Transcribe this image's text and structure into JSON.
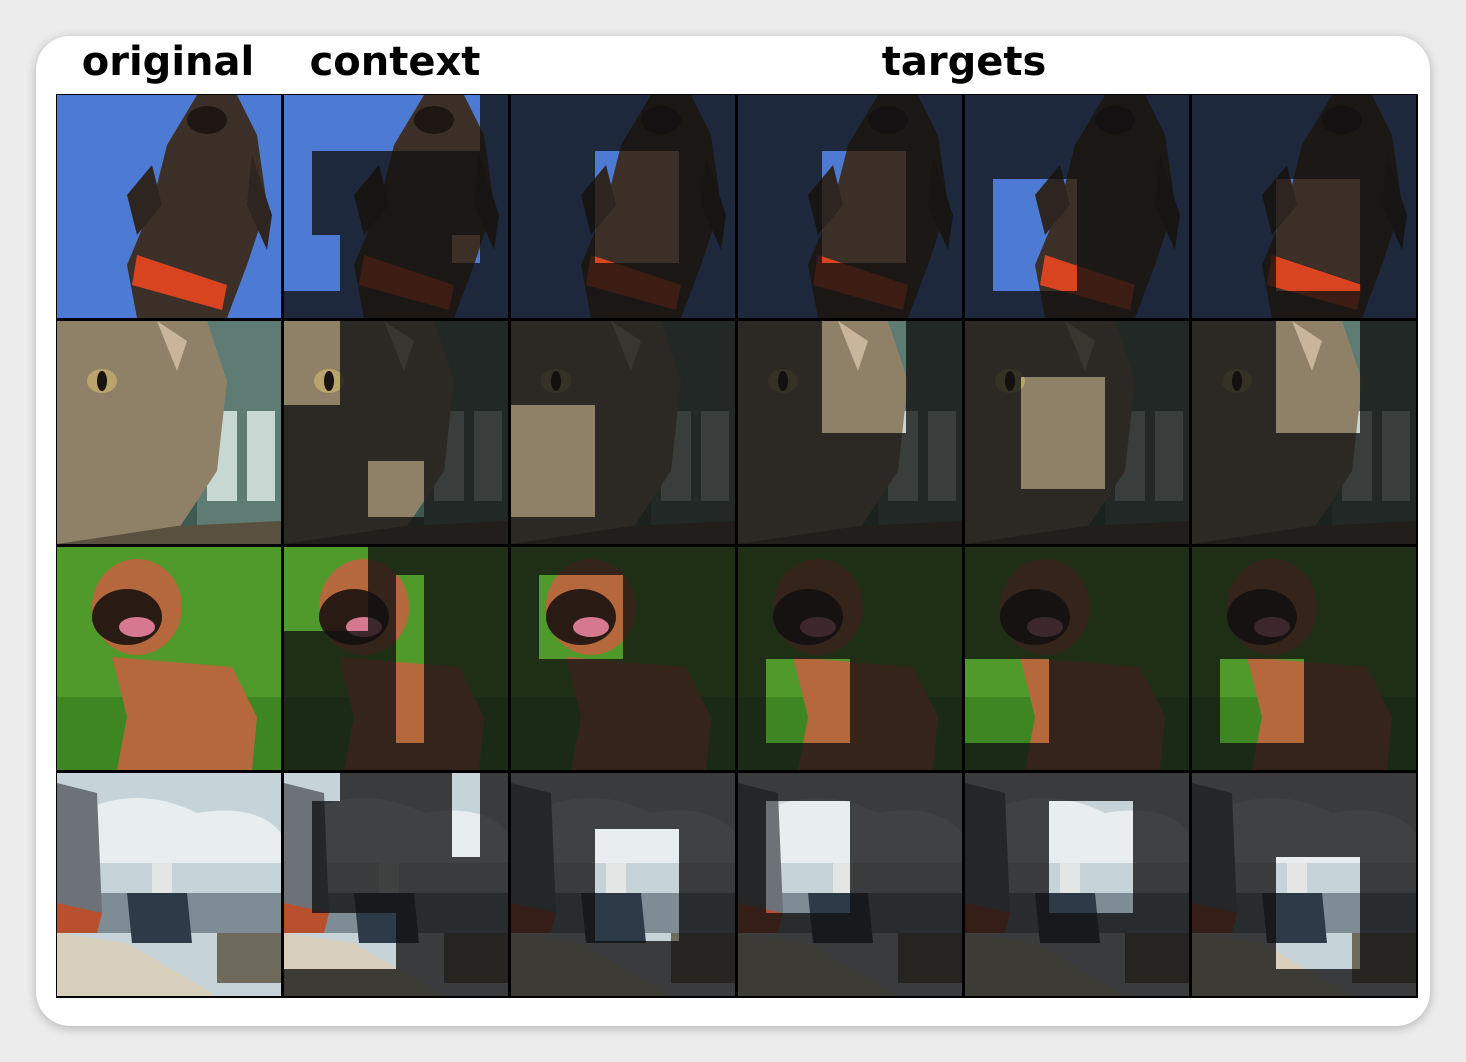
{
  "headers": {
    "original": "original",
    "context": "context",
    "targets": "targets"
  },
  "rows": [
    {
      "name": "dog-sky",
      "scene": "dog",
      "colors": {
        "bg": "#4d7bd4",
        "body": "#3b2f28",
        "accent": "#d94420",
        "ground": "#4d7bd4"
      },
      "context_blocks": [
        [
          0,
          0,
          7,
          2
        ],
        [
          0,
          2,
          1,
          3
        ],
        [
          0,
          5,
          2,
          2
        ],
        [
          6,
          5,
          1,
          1
        ]
      ],
      "target_blocks": [
        [
          3,
          2,
          3,
          4
        ],
        [
          3,
          2,
          3,
          4
        ],
        [
          1,
          3,
          3,
          4
        ],
        [
          3,
          3,
          3,
          4
        ]
      ]
    },
    {
      "name": "cat",
      "scene": "cat",
      "colors": {
        "bg": "#3c5a50",
        "body": "#8f8168",
        "accent": "#c8b59a",
        "ground": "#2a3a34"
      },
      "context_blocks": [
        [
          0,
          0,
          2,
          2
        ],
        [
          0,
          2,
          2,
          1
        ],
        [
          3,
          5,
          2,
          2
        ]
      ],
      "target_blocks": [
        [
          0,
          3,
          3,
          4
        ],
        [
          3,
          0,
          3,
          4
        ],
        [
          2,
          2,
          3,
          4
        ],
        [
          3,
          0,
          3,
          4
        ]
      ]
    },
    {
      "name": "bullmastiff",
      "scene": "mastiff",
      "colors": {
        "bg": "#4f9a2a",
        "body": "#b5683c",
        "accent": "#2a1a14",
        "ground": "#3e8622"
      },
      "context_blocks": [
        [
          0,
          0,
          3,
          3
        ],
        [
          4,
          1,
          1,
          6
        ]
      ],
      "target_blocks": [
        [
          1,
          1,
          3,
          3
        ],
        [
          1,
          4,
          3,
          3
        ],
        [
          0,
          4,
          3,
          3
        ],
        [
          1,
          4,
          3,
          3
        ]
      ]
    },
    {
      "name": "harbor",
      "scene": "harbor",
      "colors": {
        "bg": "#c6d3d8",
        "body": "#2d3a48",
        "accent": "#7e8c96",
        "ground": "#d8cfbc"
      },
      "context_blocks": [
        [
          0,
          0,
          1,
          5
        ],
        [
          0,
          5,
          4,
          2
        ],
        [
          6,
          0,
          1,
          3
        ],
        [
          1,
          0,
          1,
          1
        ]
      ],
      "target_blocks": [
        [
          3,
          2,
          3,
          4
        ],
        [
          1,
          1,
          3,
          4
        ],
        [
          3,
          1,
          3,
          4
        ],
        [
          3,
          3,
          3,
          4
        ]
      ]
    }
  ]
}
